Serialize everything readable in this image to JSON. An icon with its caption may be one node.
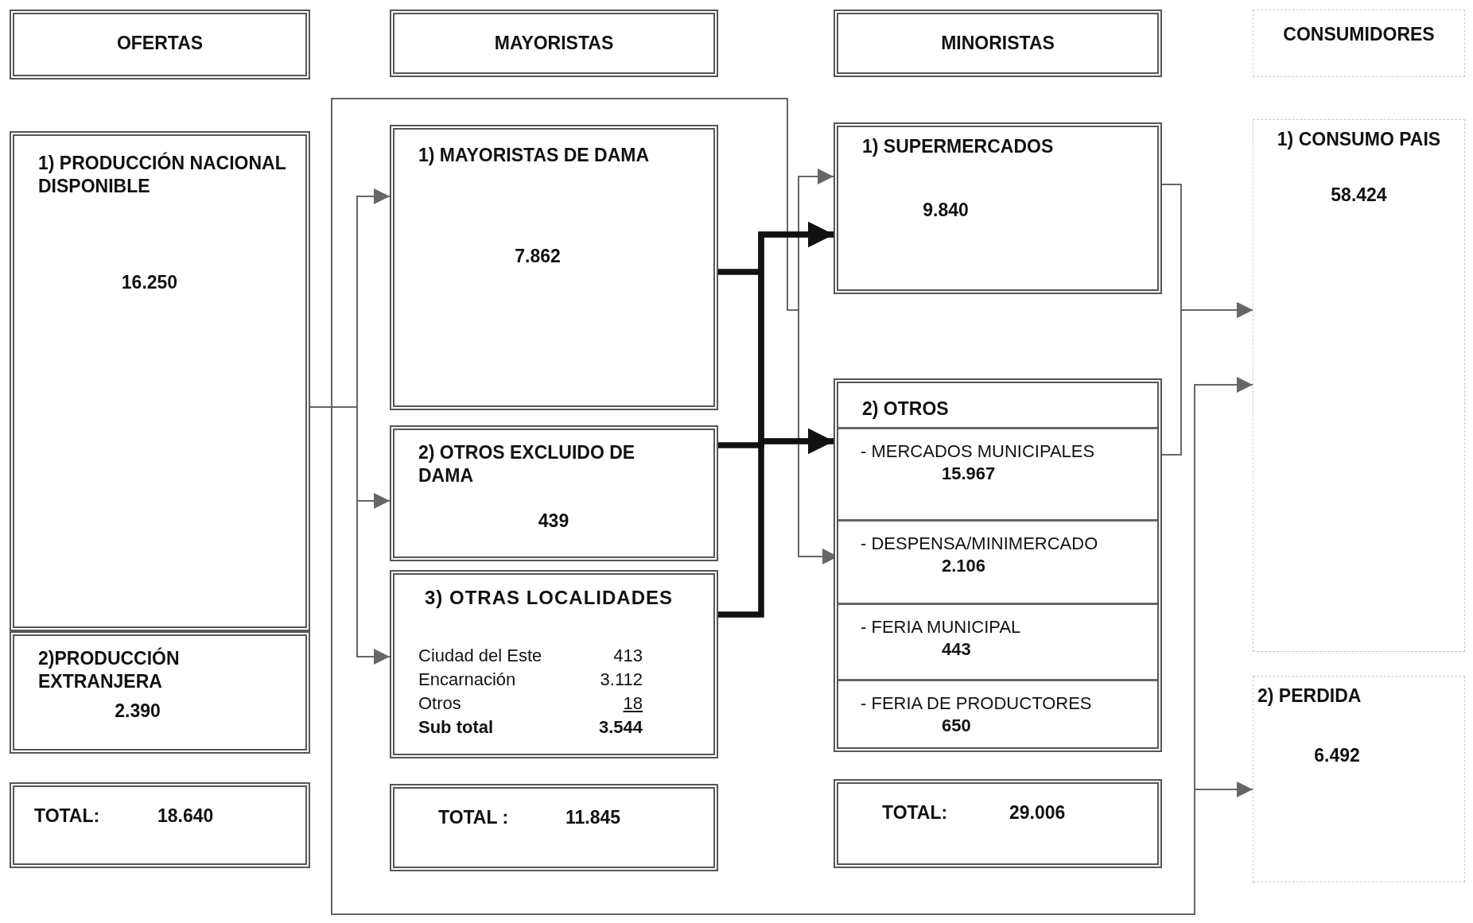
{
  "diagram": {
    "nodes": [
      {
        "text": [
          "OFERTAS"
        ]
      },
      {
        "text": [
          "MAYORISTAS"
        ]
      },
      {
        "text": [
          "MINORISTAS"
        ]
      },
      {
        "text": [
          "CONSUMIDORES"
        ]
      },
      {
        "text": [
          "1) PRODUCCIÓN NACIONAL DISPONIBLE",
          "16.250"
        ]
      },
      {
        "text": [
          "2)PRODUCCIÓN EXTRANJERA",
          "2.390"
        ]
      },
      {
        "text": [
          "TOTAL:",
          "18.640"
        ]
      },
      {
        "text": [
          "1) MAYORISTAS DE DAMA",
          "7.862"
        ]
      },
      {
        "text": [
          "2) OTROS EXCLUIDO DE DAMA",
          "439"
        ]
      },
      {
        "text": [
          "3) OTRAS LOCALIDADES",
          "Ciudad del Este",
          "413",
          "Encarnación",
          "3.112",
          "Otros",
          "18",
          "Sub total",
          "3.544"
        ]
      },
      {
        "text": [
          "TOTAL :",
          "11.845"
        ]
      },
      {
        "text": [
          "1) SUPERMERCADOS",
          "9.840"
        ]
      },
      {
        "text": [
          "2) OTROS"
        ]
      },
      {
        "text": [
          "- MERCADOS MUNICIPALES",
          "15.967"
        ],
        "in": 12
      },
      {
        "text": [
          "- DESPENSA/MINIMERCADO",
          "2.106"
        ],
        "in": 12
      },
      {
        "text": [
          "- FERIA MUNICIPAL",
          "443"
        ],
        "in": 12
      },
      {
        "text": [
          "- FERIA DE PRODUCTORES",
          "650"
        ],
        "in": 12
      },
      {
        "text": [
          "TOTAL:",
          "29.006"
        ]
      },
      {
        "text": [
          "1) CONSUMO PAIS",
          "58.424"
        ]
      },
      {
        "text": [
          "2) PERDIDA",
          "6.492"
        ]
      }
    ],
    "edges": [
      {
        "from": 4,
        "to": 7,
        "arrow": "to"
      },
      {
        "from": 4,
        "to": 8,
        "arrow": "to"
      },
      {
        "from": 4,
        "to": 9,
        "arrow": "to"
      },
      {
        "from": 4,
        "to": 11,
        "arrow": "to"
      },
      {
        "from": 4,
        "to": 14,
        "arrow": "to"
      },
      {
        "from": 4,
        "to": 18,
        "arrow": "to"
      },
      {
        "from": 4,
        "to": 19,
        "arrow": "to"
      },
      {
        "from": 7,
        "to": 11,
        "arrow": "to",
        "style": "thick"
      },
      {
        "from": 7,
        "to": 12,
        "arrow": "to",
        "style": "thick"
      },
      {
        "from": 8,
        "to": 11,
        "arrow": "to",
        "style": "thick"
      },
      {
        "from": 8,
        "to": 12,
        "arrow": "to",
        "style": "thick"
      },
      {
        "from": 9,
        "to": 11,
        "arrow": "to",
        "style": "thick"
      },
      {
        "from": 9,
        "to": 12,
        "arrow": "to",
        "style": "thick"
      },
      {
        "from": 11,
        "to": 18,
        "arrow": "to"
      },
      {
        "from": 12,
        "to": 18,
        "arrow": "to"
      }
    ]
  }
}
